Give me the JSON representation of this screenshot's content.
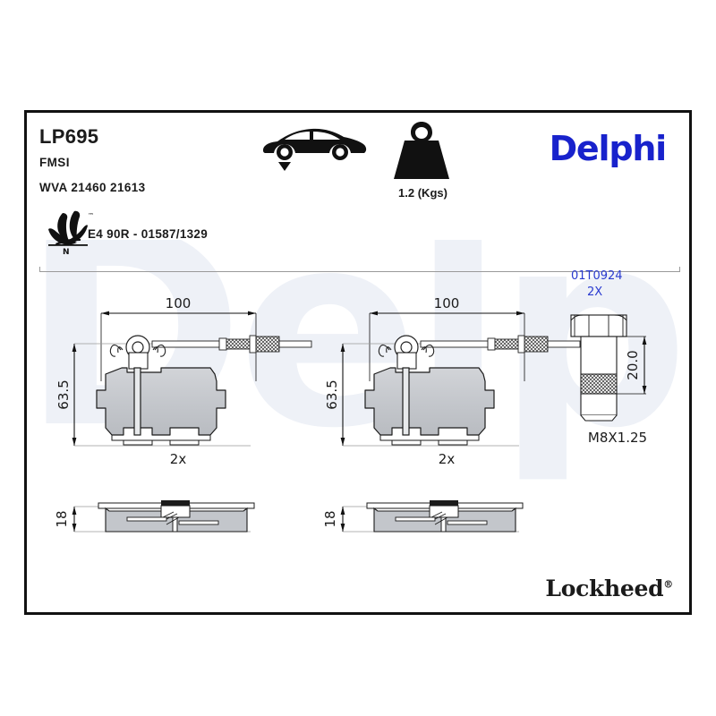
{
  "header": {
    "part_number": "LP695",
    "fmsi_label": "FMSI",
    "wva_label": "WVA 21460 21613",
    "ece_code": "E4 90R - 01587/1329",
    "weight_label": "1.2 (Kgs)",
    "brand_logo": "Delphi",
    "brand_color": "#1822cc",
    "leaf_mark_letter": "N",
    "trademark_symbol": "™",
    "car_icon_name": "car-front-axle-icon",
    "weight_icon_name": "weight-kettlebell-icon"
  },
  "watermark": {
    "text": "Delphi",
    "color": "#eef1f7"
  },
  "drawings": {
    "pad_left": {
      "width_dim": "100",
      "height_dim": "63.5",
      "quantity": "2x",
      "thickness_dim": "18"
    },
    "pad_right": {
      "width_dim": "100",
      "height_dim": "63.5",
      "quantity": "2x",
      "thickness_dim": "18"
    },
    "bolt": {
      "part_code": "01T0924",
      "quantity": "2X",
      "length_dim": "20.0",
      "thread_spec": "M8X1.25",
      "annotation_color": "#2a3bd0"
    }
  },
  "footer": {
    "secondary_brand": "Lockheed",
    "registered_symbol": "®"
  }
}
